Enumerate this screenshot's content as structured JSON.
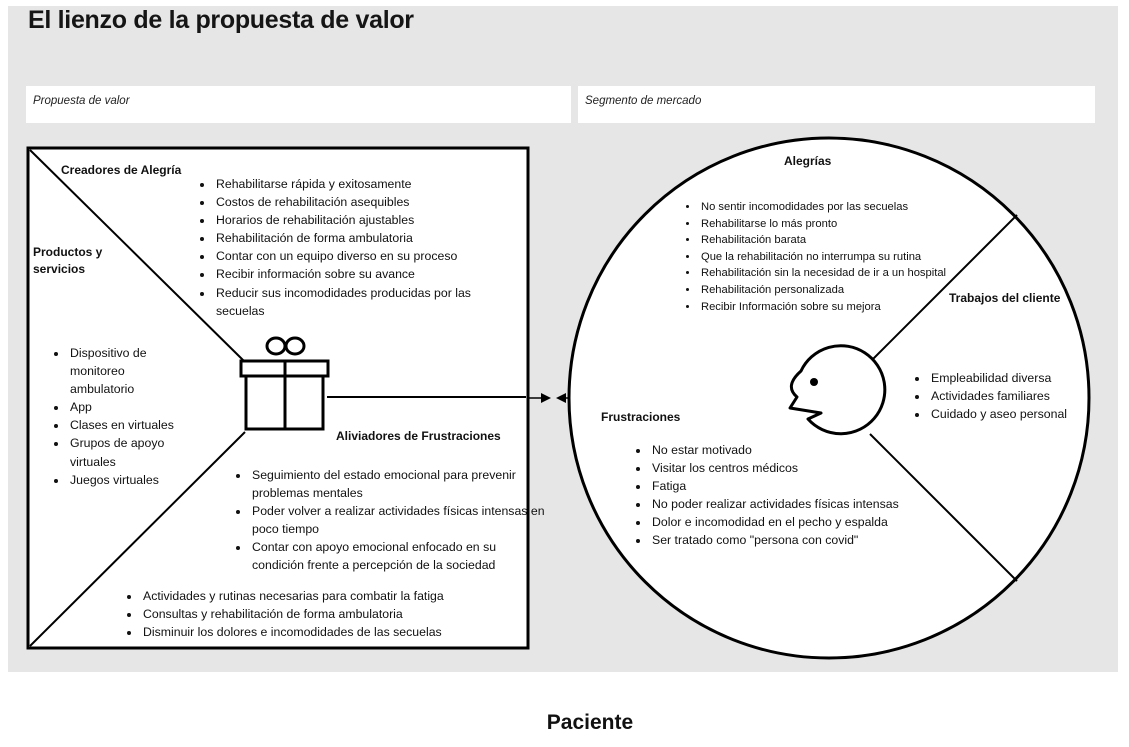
{
  "title": "El lienzo de la propuesta de valor",
  "header": {
    "value_proposition_label": "Propuesta de valor",
    "market_segment_label": "Segmento de mercado"
  },
  "value_map": {
    "gain_creators": {
      "title": "Creadores de Alegría",
      "items": [
        "Rehabilitarse rápida y exitosamente",
        "Costos de rehabilitación asequibles",
        "Horarios de rehabilitación ajustables",
        "Rehabilitación de forma ambulatoria",
        "Contar con un equipo diverso en su proceso",
        "Recibir información sobre su avance",
        "Reducir sus incomodidades producidas por las secuelas"
      ]
    },
    "products_services": {
      "title": "Productos y servicios",
      "items": [
        "Dispositivo de monitoreo ambulatorio",
        "App",
        "Clases en virtuales",
        "Grupos de apoyo virtuales",
        "Juegos virtuales"
      ]
    },
    "pain_relievers": {
      "title": "Aliviadores de Frustraciones",
      "items": [
        "Seguimiento del estado emocional para prevenir problemas mentales",
        "Poder volver a realizar actividades físicas intensas en poco tiempo",
        "Contar con apoyo emocional enfocado en su condición frente a percepción de la sociedad"
      ],
      "extra_items": [
        "Actividades y rutinas necesarias para combatir la fatiga",
        "Consultas y rehabilitación de forma ambulatoria",
        "Disminuir los dolores e incomodidades de las secuelas"
      ]
    }
  },
  "customer_profile": {
    "gains": {
      "title": "Alegrías",
      "items": [
        "No sentir incomodidades por las secuelas",
        "Rehabilitarse lo más pronto",
        "Rehabilitación barata",
        "Que la rehabilitación no interrumpa su rutina",
        "Rehabilitación sin la necesidad de ir a un hospital",
        "Rehabilitación personalizada",
        "Recibir Información sobre su mejora"
      ]
    },
    "jobs": {
      "title": "Trabajos del cliente",
      "items": [
        "Empleabilidad diversa",
        "Actividades familiares",
        "Cuidado y aseo personal"
      ]
    },
    "pains": {
      "title": "Frustraciones",
      "items": [
        "No estar motivado",
        "Visitar los centros médicos",
        "Fatiga",
        "No poder realizar actividades físicas intensas",
        "Dolor e incomodidad en el pecho y espalda",
        "Ser tratado como \"persona con covid\""
      ]
    }
  },
  "footer": "Paciente",
  "colors": {
    "background": "#e6e6e6",
    "panel": "#ffffff",
    "stroke": "#000000"
  },
  "icons": [
    "gift-icon",
    "customer-face-icon",
    "fit-arrow"
  ]
}
